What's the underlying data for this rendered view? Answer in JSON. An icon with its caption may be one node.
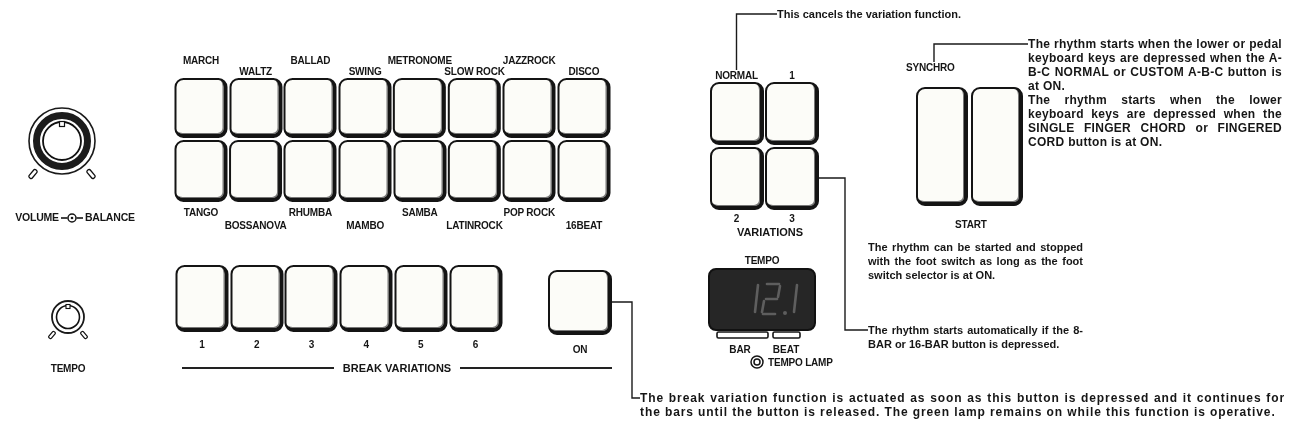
{
  "diagram": {
    "nodes": [
      {
        "text": [
          "VOLUME",
          "BALANCE"
        ]
      },
      {
        "text": [
          "TEMPO"
        ]
      },
      {
        "text": [
          "MARCH"
        ]
      },
      {
        "text": [
          "WALTZ"
        ]
      },
      {
        "text": [
          "BALLAD"
        ]
      },
      {
        "text": [
          "SWING"
        ]
      },
      {
        "text": [
          "METRONOME"
        ]
      },
      {
        "text": [
          "SLOW ROCK"
        ]
      },
      {
        "text": [
          "JAZZROCK"
        ]
      },
      {
        "text": [
          "DISCO"
        ]
      },
      {
        "text": [
          "TANGO"
        ]
      },
      {
        "text": [
          "BOSSANOVA"
        ]
      },
      {
        "text": [
          "RHUMBA"
        ]
      },
      {
        "text": [
          "MAMBO"
        ]
      },
      {
        "text": [
          "SAMBA"
        ]
      },
      {
        "text": [
          "LATINROCK"
        ]
      },
      {
        "text": [
          "POP ROCK"
        ]
      },
      {
        "text": [
          "16BEAT"
        ]
      },
      {
        "text": [
          "1"
        ]
      },
      {
        "text": [
          "2"
        ]
      },
      {
        "text": [
          "3"
        ]
      },
      {
        "text": [
          "4"
        ]
      },
      {
        "text": [
          "5"
        ]
      },
      {
        "text": [
          "6"
        ]
      },
      {
        "text": [
          "ON"
        ]
      },
      {
        "text": [
          "This cancels the variation function."
        ]
      },
      {
        "text": [
          "NORMAL"
        ]
      },
      {
        "text": [
          "1"
        ]
      },
      {
        "text": [
          "2"
        ]
      },
      {
        "text": [
          "3"
        ]
      },
      {
        "text": [
          "TEMPO"
        ]
      },
      {
        "text": [
          "SYNCHRO"
        ]
      },
      {
        "text": [
          "START"
        ]
      },
      {
        "text": [
          "The rhythm starts when the lower or pedal keyboard keys are depressed when the A-B-C NORMAL or CUSTOM A-B-C button is at ON."
        ]
      },
      {
        "text": [
          "The rhythm starts automatically if the 8-BAR or 16-BAR button is depressed."
        ]
      },
      {
        "text": [
          "The break variation function is actuated as soon as this button is depressed and it continues for the bars until the button is released. The green lamp remains on while this function is operative."
        ]
      }
    ],
    "edges": [
      {
        "from": 25,
        "to": 26,
        "arrow": "none"
      },
      {
        "from": 33,
        "to": 31,
        "arrow": "none"
      },
      {
        "from": 34,
        "to": 29,
        "arrow": "none"
      },
      {
        "from": 35,
        "to": 24,
        "arrow": "none"
      }
    ],
    "labels": [
      "VARIATIONS",
      "BAR",
      "BEAT",
      "TEMPO LAMP",
      "BREAK VARIATIONS",
      "The rhythm can be started and stopped with the foot switch as long as the foot switch selector is at ON.",
      "The rhythm starts when the lower keyboard keys are depressed when the SINGLE FINGER CHORD or FINGERED CORD button is at ON."
    ]
  }
}
